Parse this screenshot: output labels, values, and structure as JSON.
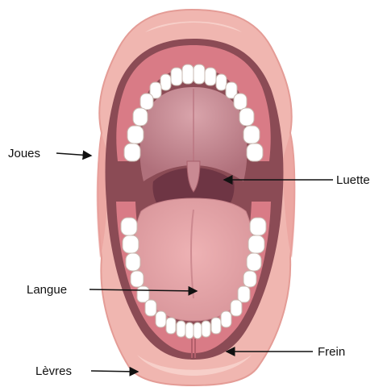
{
  "labels": {
    "cheeks": "Joues",
    "uvula": "Luette",
    "tongue": "Langue",
    "frenulum": "Frein",
    "lips": "Lèvres"
  },
  "colors": {
    "lip_outer": "#f0b6b0",
    "lip_inner": "#e9a19c",
    "lip_highlight": "#f7cfc9",
    "cavity_dark": "#8b4b55",
    "palate": "#c98a93",
    "palate_light": "#d9a0a8",
    "throat": "#6e3544",
    "tongue": "#e8a3a6",
    "tongue_dark": "#d38f94",
    "gum": "#d97b86",
    "tooth": "#ffffff",
    "tooth_outline": "#c9b8b0",
    "text": "#111111",
    "arrow": "#111111"
  }
}
